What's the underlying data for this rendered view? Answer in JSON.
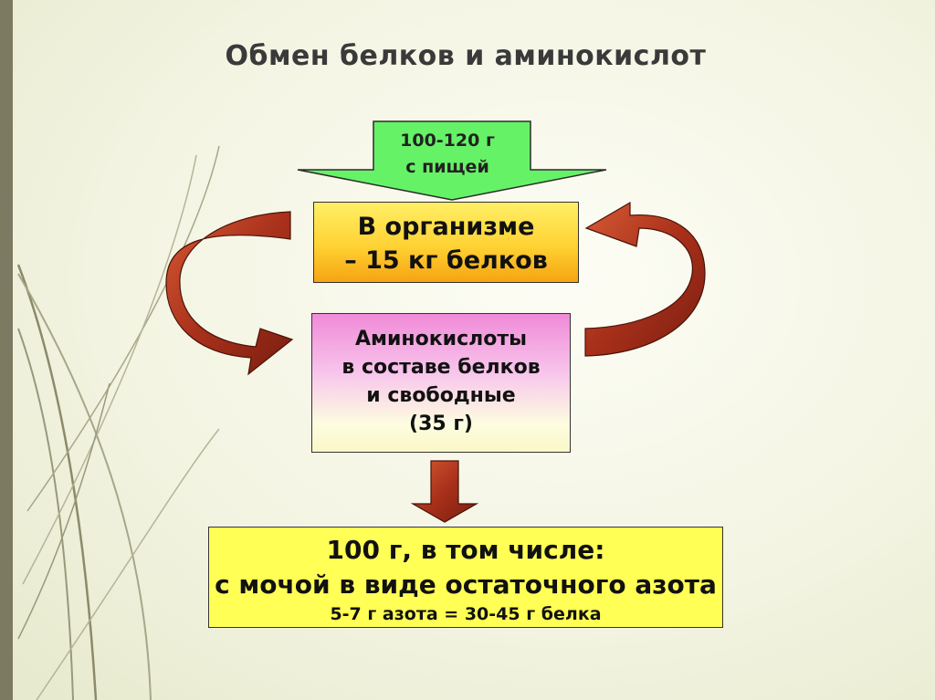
{
  "slide": {
    "title": "Обмен белков и аминокислот"
  },
  "diagram": {
    "intake": {
      "amount": "100-120 г",
      "source": "с пищей",
      "color": "#66f266"
    },
    "organism": {
      "line1": "В организме",
      "line2": "– 15 кг белков"
    },
    "amino_acids": {
      "line1": "Аминокислоты",
      "line2": "в составе белков",
      "line3": "и свободные",
      "line4": "(35 г)"
    },
    "output": {
      "line1": "100 г, в том числе:",
      "line2": "с мочой в виде остаточного азота",
      "line3": "5-7 г азота = 30-45 г белка",
      "color": "#ffff55"
    },
    "cycle_arrow_color": "#b5371a"
  }
}
